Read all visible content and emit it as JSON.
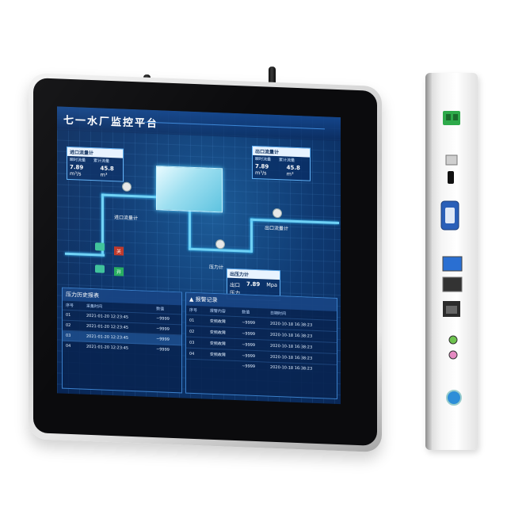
{
  "screen": {
    "title": "七一水厂监控平台",
    "inlet_meter": {
      "header": "进口流量计",
      "col1": "瞬时流量",
      "col2": "累计流量",
      "val1": "7.89",
      "unit1": "m³/s",
      "val2": "45.8",
      "unit2": "m³"
    },
    "outlet_meter": {
      "header": "出口流量计",
      "col1": "瞬时流量",
      "col2": "累计流量",
      "val1": "7.89",
      "unit1": "m³/s",
      "val2": "45.8",
      "unit2": "m³"
    },
    "pressure_meter": {
      "header": "出压力计",
      "label": "出口压力",
      "value": "7.89",
      "unit": "Mpa"
    },
    "labels": {
      "inlet": "进口流量计",
      "outlet": "出口流量计",
      "pressure": "压力计",
      "close": "关",
      "open": "开"
    },
    "history": {
      "title": "压力历史报表",
      "headers": [
        "序号",
        "采集时间",
        "数值"
      ],
      "rows": [
        [
          "01",
          "2021-01-20  12:23:45",
          "~9999"
        ],
        [
          "02",
          "2021-01-20  12:23:45",
          "~9999"
        ],
        [
          "03",
          "2021-01-20  12:23:45",
          "~9999"
        ],
        [
          "04",
          "2021-01-20  12:23:45",
          "~9999"
        ]
      ]
    },
    "alarms": {
      "title": "报警记录",
      "headers": [
        "序号",
        "报警内容",
        "数值",
        "日期时间"
      ],
      "rows": [
        [
          "01",
          "变频故障",
          "~9999",
          "2020-10-18  16:38:23"
        ],
        [
          "02",
          "变频故障",
          "~9999",
          "2020-10-18  16:38:23"
        ],
        [
          "03",
          "变频故障",
          "~9999",
          "2020-10-18  16:38:23"
        ],
        [
          "04",
          "变频故障",
          "~9999",
          "2020-10-18  16:38:23"
        ],
        [
          "",
          "",
          "~9999",
          "2020-10-18  16:38:23"
        ]
      ]
    }
  }
}
